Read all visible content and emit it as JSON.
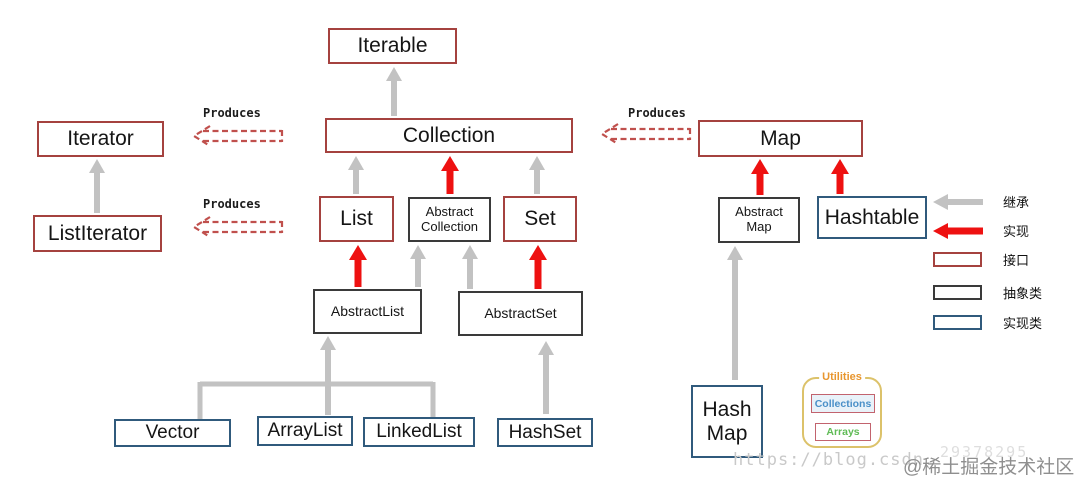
{
  "diagram_nodes": {
    "iterable": "Iterable",
    "iterator": "Iterator",
    "list_iterator": "ListIterator",
    "collection": "Collection",
    "list": "List",
    "abstract_collection": "Abstract Collection",
    "set": "Set",
    "abstract_list": "AbstractList",
    "abstract_set": "AbstractSet",
    "vector": "Vector",
    "array_list": "ArrayList",
    "linked_list": "LinkedList",
    "hash_set": "HashSet",
    "map": "Map",
    "abstract_map": "Abstract Map",
    "hashtable": "Hashtable",
    "hash_map": "Hash Map"
  },
  "produces": {
    "label": "Produces"
  },
  "legend": {
    "inherit": "继承",
    "implement": "实现",
    "interface": "接口",
    "abstract_class": "抽象类",
    "impl_class": "实现类"
  },
  "utilities": {
    "title": "Utilities",
    "items": [
      "Collections",
      "Arrays"
    ]
  },
  "watermark": {
    "url_text": "https://blog.csdn.",
    "faint_text": "29378295",
    "community_text": "@稀土掘金技术社区"
  },
  "colors": {
    "interface_border": "#a5423f",
    "abstract_class_border": "#3a3a3a",
    "impl_class_border": "#305a7c",
    "inherit_arrow": "#c2c2c2",
    "implement_arrow": "#ee1111",
    "produces_arrow": "#c0504d",
    "utilities_border": "#dcc26a",
    "utilities_title": "#e8962e"
  }
}
